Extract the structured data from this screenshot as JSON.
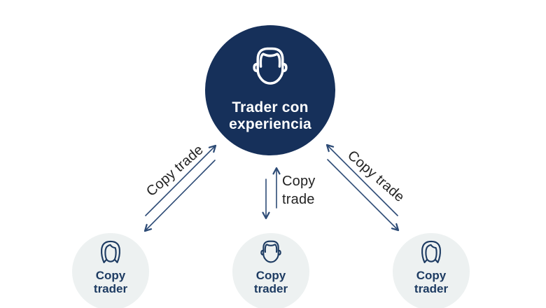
{
  "colors": {
    "background": "#ffffff",
    "main_node_fill": "#16305a",
    "main_node_text": "#ffffff",
    "trader_node_fill": "#edf1f1",
    "trader_node_text": "#1d3b62",
    "arrow": "#2d4b76",
    "edge_label_text": "#232323"
  },
  "main_node": {
    "line1": "Trader con",
    "line2": "experiencia",
    "icon": "male-face"
  },
  "edges": {
    "left": {
      "label": "Copy trade"
    },
    "middle": {
      "line1": "Copy",
      "line2": "trade"
    },
    "right": {
      "label": "Copy trade"
    }
  },
  "copy_traders": [
    {
      "line1": "Copy",
      "line2": "trader",
      "icon": "female-face"
    },
    {
      "line1": "Copy",
      "line2": "trader",
      "icon": "male-face"
    },
    {
      "line1": "Copy",
      "line2": "trader",
      "icon": "female-face"
    }
  ]
}
